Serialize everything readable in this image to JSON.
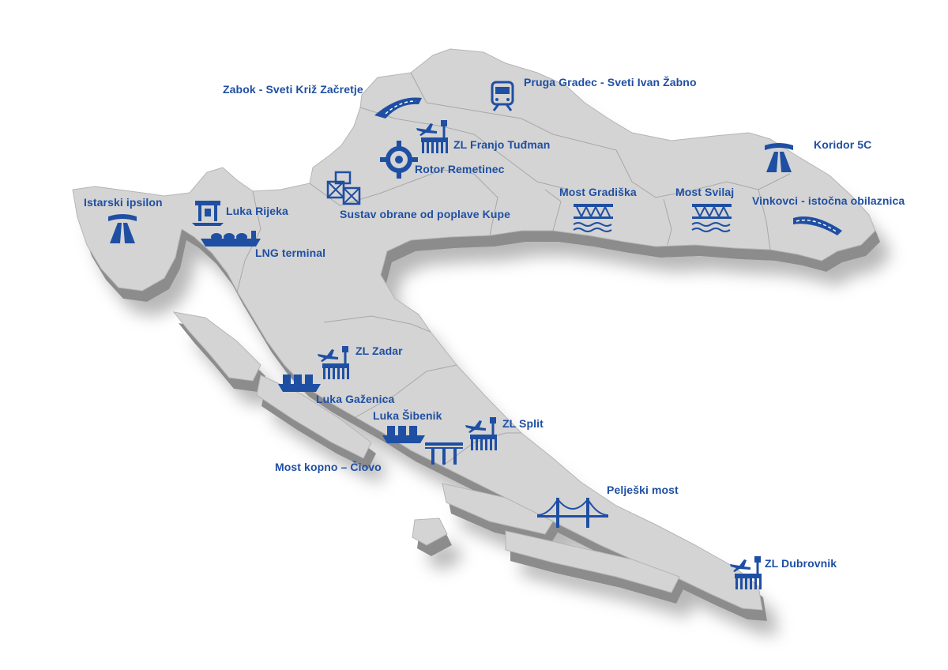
{
  "colors": {
    "accent": "#1f4fa3",
    "land": "#d4d4d4",
    "land_side": "#8c8c8c",
    "borders": "#a8a8a8",
    "background": "#ffffff"
  },
  "projects": [
    {
      "id": "zabok",
      "label": "Zabok - Sveti Križ  Začretje",
      "icon": "road-curve-icon"
    },
    {
      "id": "gradec",
      "label": "Pruga Gradec - Sveti Ivan Žabno",
      "icon": "train-icon"
    },
    {
      "id": "tudman",
      "label": "ZL Franjo Tuđman",
      "icon": "airport-icon"
    },
    {
      "id": "remetinec",
      "label": "Rotor Remetinec",
      "icon": "roundabout-icon"
    },
    {
      "id": "koridor",
      "label": "Koridor 5C",
      "icon": "motorway-icon"
    },
    {
      "id": "istra",
      "label": "Istarski ipsilon",
      "icon": "motorway-icon"
    },
    {
      "id": "rijeka",
      "label": "Luka Rijeka",
      "icon": "port-crane-icon"
    },
    {
      "id": "kupa",
      "label": "Sustav obrane od poplave Kupe",
      "icon": "flood-barrier-icon"
    },
    {
      "id": "gradiska",
      "label": "Most Gradiška",
      "icon": "bridge-water-icon"
    },
    {
      "id": "svilaj",
      "label": "Most Svilaj",
      "icon": "bridge-water-icon"
    },
    {
      "id": "vinkovci",
      "label": "Vinkovci - istočna obilaznica",
      "icon": "road-curve-icon"
    },
    {
      "id": "lng",
      "label": "LNG terminal",
      "icon": "lng-ship-icon"
    },
    {
      "id": "zadar",
      "label": "ZL Zadar",
      "icon": "airport-icon"
    },
    {
      "id": "gazenica",
      "label": "Luka Gaženica",
      "icon": "cargo-ship-icon"
    },
    {
      "id": "sibenik",
      "label": "Luka Šibenik",
      "icon": "cargo-ship-icon"
    },
    {
      "id": "split",
      "label": "ZL Split",
      "icon": "airport-icon"
    },
    {
      "id": "ciovo",
      "label": "Most kopno – Čiovo",
      "icon": "bridge-icon"
    },
    {
      "id": "peljesac",
      "label": "Pelješki most",
      "icon": "suspension-bridge-icon"
    },
    {
      "id": "dubrovnik",
      "label": "ZL Dubrovnik",
      "icon": "airport-icon"
    }
  ]
}
